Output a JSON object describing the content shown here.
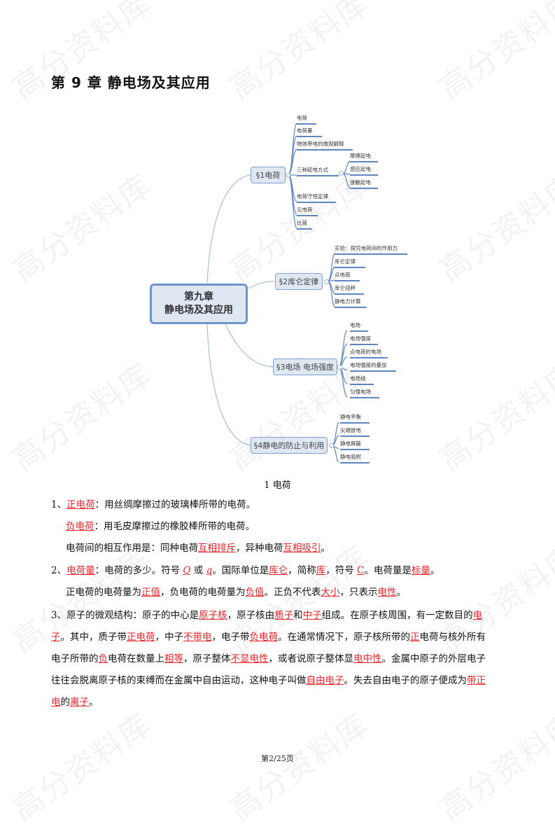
{
  "watermark_text": "高分资料库",
  "chapter_title": "第 9 章 静电场及其应用",
  "mindmap": {
    "center": {
      "line1": "第九章",
      "line2": "静电场及其应用"
    },
    "sections": [
      {
        "label": "§1电荷",
        "leaves": [
          "电荷",
          "电荷量",
          "物体带电的微观解释",
          "三种起电方式",
          "电荷守恒定律",
          "元电荷",
          "比荷"
        ],
        "sub_leaves": [
          "摩擦起电",
          "感应起电",
          "接触起电"
        ]
      },
      {
        "label": "§2库仑定律",
        "leaves": [
          "实验：探究电荷间的作用力",
          "库仑定律",
          "点电荷",
          "库仑扭秤",
          "静电力计算"
        ]
      },
      {
        "label": "§3电场 电场强度",
        "leaves": [
          "电场",
          "电场强度",
          "点电荷的电场",
          "电场强度的叠加",
          "电场线",
          "匀强电场"
        ]
      },
      {
        "label": "§4静电的防止与利用",
        "leaves": [
          "静电平衡",
          "尖端放电",
          "静电屏蔽",
          "静电吸附"
        ]
      }
    ],
    "colors": {
      "node_fill": "#dfe7f3",
      "node_border": "#6f95c8",
      "branch": "#5f86c0",
      "curve": "#a9bde0"
    }
  },
  "section_heading": "1 电荷",
  "content": {
    "p1": {
      "num": "1、",
      "term": "正电荷",
      "rest": "：用丝绸摩擦过的玻璃棒所带的电荷。"
    },
    "p1b": {
      "term": "负电荷",
      "rest": "：用毛皮摩擦过的橡胶棒所带的电荷。"
    },
    "p1c": {
      "a": "电荷间的相互作用是：同种电荷",
      "h1": "互相排斥",
      "b": "，异种电荷",
      "h2": "互相吸引",
      "c": "。"
    },
    "p2": {
      "num": "2、",
      "term": "电荷量",
      "a": "：电荷的多少。符号 ",
      "sym1": "Q",
      "b": " 或 ",
      "sym2": "q",
      "c": "。国际单位是",
      "h1": "库仑",
      "d": "，简称",
      "h2": "库",
      "e": "，符号 ",
      "h3": "C",
      "f": "。电荷量是",
      "h4": "标量",
      "g": "。"
    },
    "p2b": {
      "a": "正电荷的电荷量为",
      "h1": "正值",
      "b": "，负电荷的电荷量为",
      "h2": "负值",
      "c": "。正负不代表",
      "h3": "大小",
      "d": "，只表示",
      "h4": "电性",
      "e": "。"
    },
    "p3": {
      "l1a": "3、原子的微观结构：原子的中心是",
      "l1h1": "原子核",
      "l1b": "，原子核由",
      "l1h2": "质子",
      "l1c": "和",
      "l1h3": "中子",
      "l1d": "组成。在原子核周围，有一定数目的",
      "l1h4": "电",
      "l2h0": "子",
      "l2a": "。其中，质子带",
      "l2h1": "正电荷",
      "l2b": "，中子",
      "l2h2": "不带电",
      "l2c": "，电子带",
      "l2h3": "负电荷",
      "l2d": "。在通常情况下，原子核所带的",
      "l2h4": "正",
      "l2e": "电荷与核外所有",
      "l3a": "电子所带的",
      "l3h1": "负",
      "l3b": "电荷在数量上",
      "l3h2": "相等",
      "l3c": "，原子整体",
      "l3h3": "不显电性",
      "l3d": "，或者说原子整体显",
      "l3h4": "电中性",
      "l3e": "。金属中原子的外层电子",
      "l4a": "往往会脱离原子核的束缚而在金属中自由运动，这种电子叫做",
      "l4h1": "自由电子",
      "l4b": "。失去自由电子的原子便成为",
      "l4h2": "带正",
      "l5h0": "电",
      "l5a": "的",
      "l5h1": "离子",
      "l5b": "。"
    },
    "accent_color": "#e8262b"
  },
  "footer": "第2/25页"
}
